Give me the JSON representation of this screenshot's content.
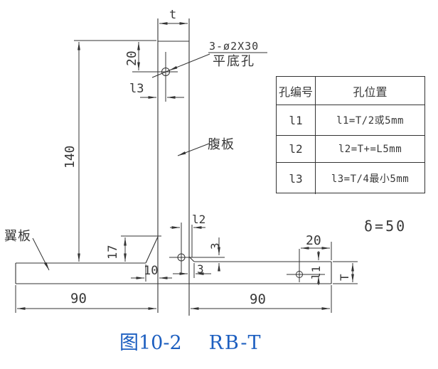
{
  "figure": {
    "number": "图10-2",
    "title": "RB-T"
  },
  "callout": {
    "line1": "3-ø2X30",
    "line2": "平底孔"
  },
  "part_labels": {
    "web": "腹板",
    "flange": "翼板"
  },
  "note": {
    "delta": "δ=50"
  },
  "dims": {
    "t": "t",
    "h140": "140",
    "v20": "20",
    "l3": "l3",
    "v17": "17",
    "h10": "10",
    "w90_left": "90",
    "w90_right": "90",
    "l2": "l2",
    "v3": "3",
    "h3": "3",
    "h20": "20",
    "l1": "l1",
    "T": "T"
  },
  "table": {
    "headers": {
      "col1": "孔编号",
      "col2": "孔位置"
    },
    "rows": [
      {
        "id": "l1",
        "position": "l1=T/2或5mm"
      },
      {
        "id": "l2",
        "position": "l2=T+=L5mm"
      },
      {
        "id": "l3",
        "position": "l3=T/4最小5mm"
      }
    ]
  },
  "colors": {
    "line": "#333333",
    "text": "#383838",
    "caption": "#1d5fc0",
    "background": "#ffffff"
  }
}
